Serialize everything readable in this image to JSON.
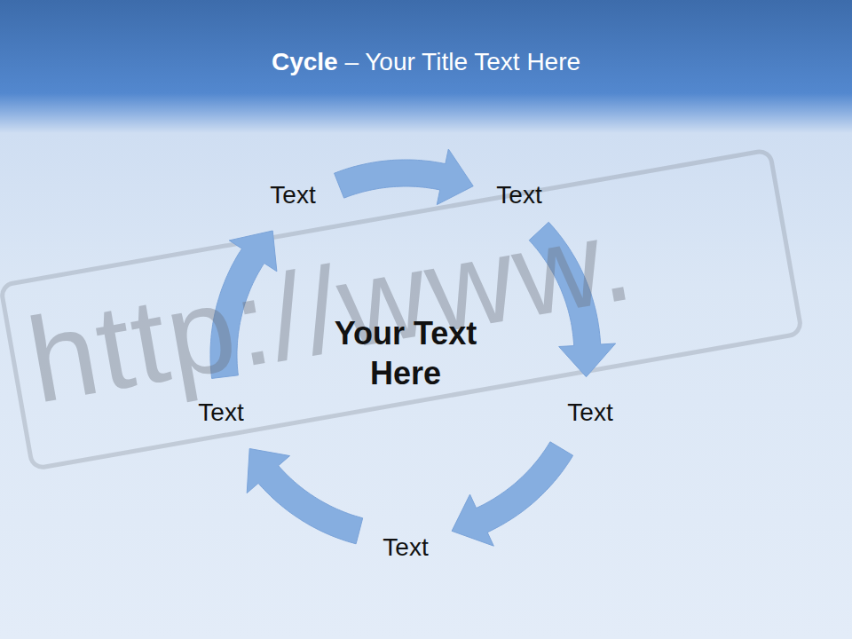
{
  "diagram": {
    "title": "Cycle – Your Title Text Here",
    "nodes": [
      {
        "text": [
          "Text"
        ]
      },
      {
        "text": [
          "Text"
        ]
      },
      {
        "text": [
          "Text"
        ]
      },
      {
        "text": [
          "Text"
        ]
      },
      {
        "text": [
          "Text"
        ]
      }
    ],
    "edges": [
      {
        "from": 0,
        "to": 1,
        "arrow": "to"
      },
      {
        "from": 1,
        "to": 2,
        "arrow": "to"
      },
      {
        "from": 2,
        "to": 3,
        "arrow": "to"
      },
      {
        "from": 3,
        "to": 4,
        "arrow": "to"
      },
      {
        "from": 4,
        "to": 0,
        "arrow": "to"
      }
    ],
    "labels": [
      "Your Text Here",
      "http://www."
    ]
  }
}
